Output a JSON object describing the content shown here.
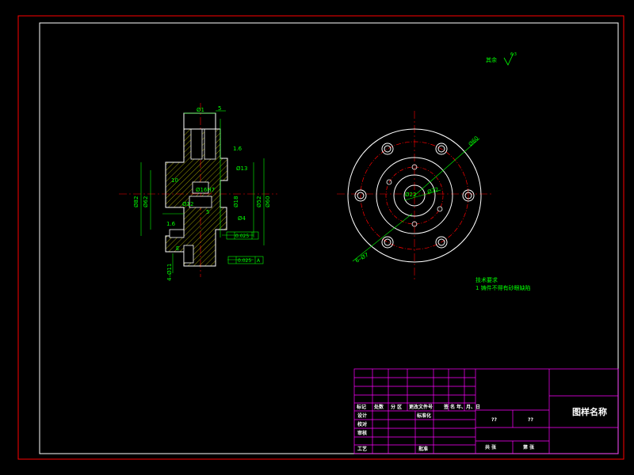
{
  "colors": {
    "background": "#000000",
    "border": "#ff0000",
    "outline": "#ffffff",
    "dimension": "#00ff00",
    "center_line": "#ff0000",
    "hatch": "#ffff00",
    "table_lines": "#ff00ff"
  },
  "roughness_note": "其余",
  "tech_requirements": {
    "title": "技术要求",
    "item1": "1 铸件不得有砂眼缺陷"
  },
  "section_view": {
    "dims": {
      "d_top": "Ø1",
      "d_top_right": "5",
      "ang": "1.6",
      "d_13": "Ø13",
      "d_10": "10",
      "d_h7": "Ø16H7",
      "d_12": "Ø12",
      "d_gap": "5",
      "d_82": "Ø82",
      "d_62": "Ø62",
      "d_52": "Ø52",
      "d_60": "Ø60",
      "d_18": "Ø18",
      "d_small": "1.6",
      "d_bot": "4–Ø11",
      "d_e": "E",
      "d_mid": "Ø4",
      "tol1": "0.025",
      "tol2": "0.025",
      "datum": "A"
    }
  },
  "plan_view": {
    "dims": {
      "pcd": "Ø60",
      "bore": "Ø22",
      "inner": "Ø72",
      "holes": "6–Ø7"
    }
  },
  "title_block": {
    "drawing_name": "图样名称",
    "row_headers": [
      "标记",
      "处数",
      "分 区",
      "更改文件号",
      "签 名",
      "年、月、日"
    ],
    "labels": {
      "design": "设计",
      "standardize": "标准化",
      "check": "校对",
      "review": "审核",
      "process": "工艺",
      "approve": "批准",
      "share": "共 张",
      "sheet": "第 张",
      "q1": "??",
      "q2": "??"
    }
  }
}
